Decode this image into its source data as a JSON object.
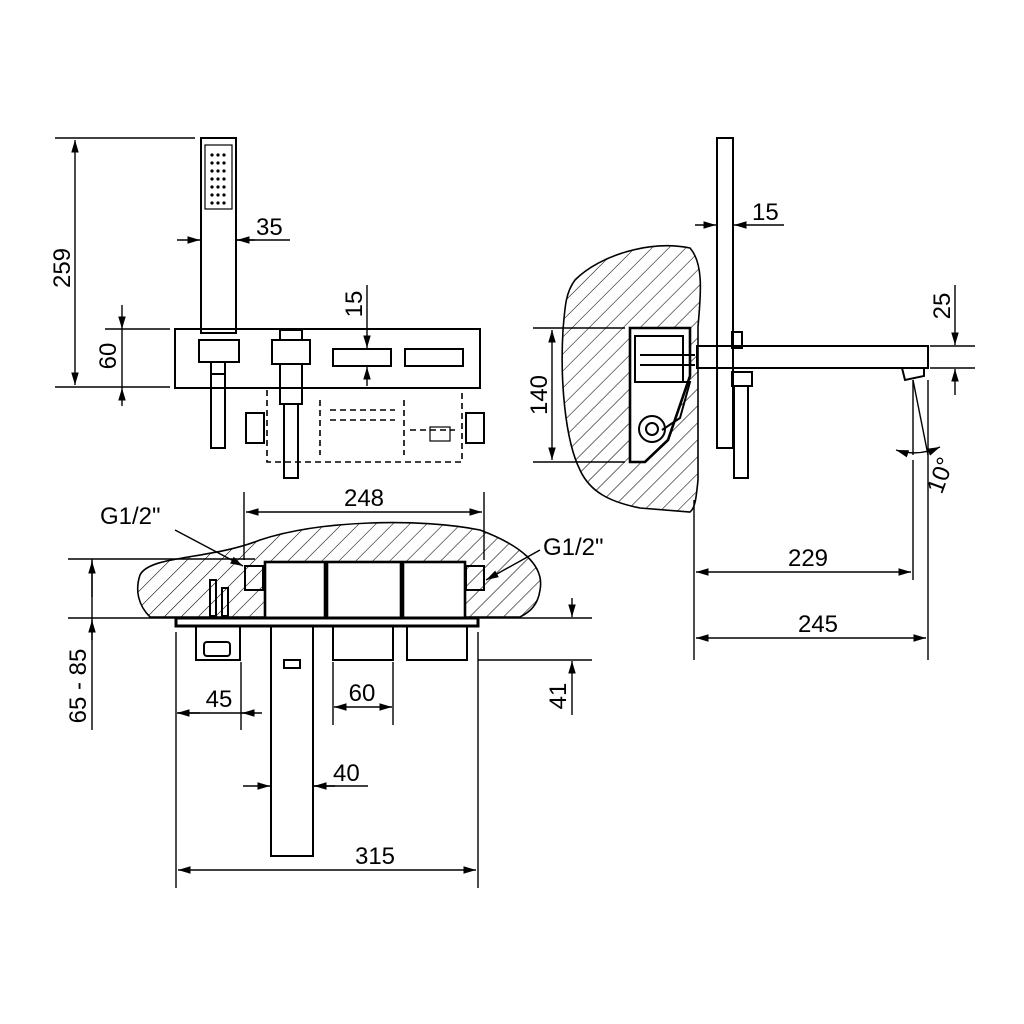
{
  "dimensions": {
    "handshower_height": "259",
    "handshower_width": "35",
    "body_height": "60",
    "slot_height": "15",
    "shower_depth": "15",
    "spout_height": "25",
    "wall_box_height": "140",
    "spout_angle": "10°",
    "wall_to_spout_center": "229",
    "wall_to_spout_tip": "245",
    "box_width": "248",
    "inlet_left": "G1/2\"",
    "inlet_right": "G1/2\"",
    "embed_depth": "65 - 85",
    "outlet_width": "45",
    "handle_width": "60",
    "handle_depth": "41",
    "spout_width": "40",
    "plate_width": "315"
  }
}
